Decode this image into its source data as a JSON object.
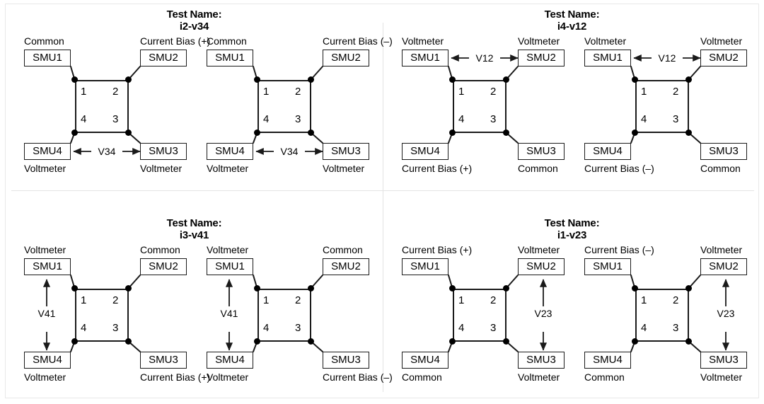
{
  "figure": {
    "title_prefix": "Test Name:",
    "node_numbers": {
      "n1": "1",
      "n2": "2",
      "n3": "3",
      "n4": "4"
    },
    "smu_names": {
      "smu1": "SMU1",
      "smu2": "SMU2",
      "smu3": "SMU3",
      "smu4": "SMU4"
    },
    "colors": {
      "line": "#1a1a1a",
      "text": "#000000",
      "divider": "#e3e3e3",
      "background": "#ffffff"
    }
  },
  "panels": [
    {
      "id": "i2-v34",
      "test_name": "i2-v34",
      "position": "top-left",
      "diagrams": [
        {
          "polarity": "positive",
          "roles": {
            "smu1": "Common",
            "smu2": "Current Bias (+)",
            "smu3": "Voltmeter",
            "smu4": "Voltmeter"
          },
          "voltage": {
            "label": "V34",
            "orientation": "horizontal",
            "side": "bottom"
          }
        },
        {
          "polarity": "negative",
          "roles": {
            "smu1": "Common",
            "smu2": "Current Bias (–)",
            "smu3": "Voltmeter",
            "smu4": "Voltmeter"
          },
          "voltage": {
            "label": "V34",
            "orientation": "horizontal",
            "side": "bottom"
          }
        }
      ]
    },
    {
      "id": "i4-v12",
      "test_name": "i4-v12",
      "position": "top-right",
      "diagrams": [
        {
          "polarity": "positive",
          "roles": {
            "smu1": "Voltmeter",
            "smu2": "Voltmeter",
            "smu3": "Common",
            "smu4": "Current Bias (+)"
          },
          "voltage": {
            "label": "V12",
            "orientation": "horizontal",
            "side": "top"
          }
        },
        {
          "polarity": "negative",
          "roles": {
            "smu1": "Voltmeter",
            "smu2": "Voltmeter",
            "smu3": "Common",
            "smu4": "Current Bias (–)"
          },
          "voltage": {
            "label": "V12",
            "orientation": "horizontal",
            "side": "top"
          }
        }
      ]
    },
    {
      "id": "i3-v41",
      "test_name": "i3-v41",
      "position": "bottom-left",
      "diagrams": [
        {
          "polarity": "positive",
          "roles": {
            "smu1": "Voltmeter",
            "smu2": "Common",
            "smu3": "Current Bias (+)",
            "smu4": "Voltmeter"
          },
          "voltage": {
            "label": "V41",
            "orientation": "vertical",
            "side": "left"
          }
        },
        {
          "polarity": "negative",
          "roles": {
            "smu1": "Voltmeter",
            "smu2": "Common",
            "smu3": "Current Bias (–)",
            "smu4": "Voltmeter"
          },
          "voltage": {
            "label": "V41",
            "orientation": "vertical",
            "side": "left"
          }
        }
      ]
    },
    {
      "id": "i1-v23",
      "test_name": "i1-v23",
      "position": "bottom-right",
      "diagrams": [
        {
          "polarity": "positive",
          "roles": {
            "smu1": "Current Bias (+)",
            "smu2": "Voltmeter",
            "smu3": "Voltmeter",
            "smu4": "Common"
          },
          "voltage": {
            "label": "V23",
            "orientation": "vertical",
            "side": "right"
          }
        },
        {
          "polarity": "negative",
          "roles": {
            "smu1": "Current Bias (–)",
            "smu2": "Voltmeter",
            "smu3": "Voltmeter",
            "smu4": "Common"
          },
          "voltage": {
            "label": "V23",
            "orientation": "vertical",
            "side": "right"
          }
        }
      ]
    }
  ]
}
